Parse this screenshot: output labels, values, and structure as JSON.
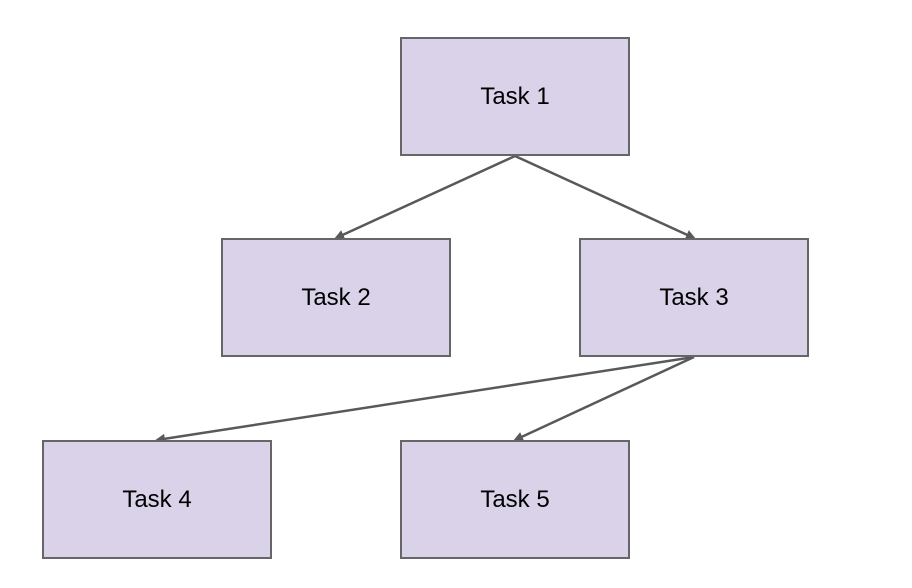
{
  "diagram": {
    "node_fill": "#d9d2e9",
    "node_border": "#666666",
    "edge_color": "#595959",
    "nodes": [
      {
        "id": "task-1",
        "label": "Task 1"
      },
      {
        "id": "task-2",
        "label": "Task 2"
      },
      {
        "id": "task-3",
        "label": "Task 3"
      },
      {
        "id": "task-4",
        "label": "Task 4"
      },
      {
        "id": "task-5",
        "label": "Task 5"
      }
    ],
    "edges": [
      {
        "from": "task-1",
        "to": "task-2"
      },
      {
        "from": "task-1",
        "to": "task-3"
      },
      {
        "from": "task-3",
        "to": "task-4"
      },
      {
        "from": "task-3",
        "to": "task-5"
      }
    ]
  }
}
